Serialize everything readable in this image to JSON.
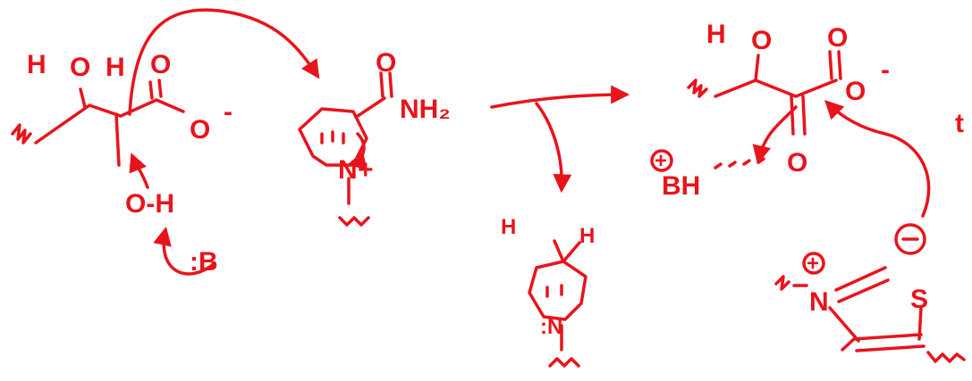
{
  "colors": {
    "ink": "#e8141c",
    "background": "#ffffff"
  },
  "structures": {
    "reactant": {
      "atom_h1": "H",
      "atom_o1": "O",
      "atom_h2": "H",
      "atom_o2": "O",
      "atom_o3": "O",
      "charge_minus": "-",
      "hydroxyl": "O-H",
      "base": ":B"
    },
    "nad": {
      "carbonyl_o": "O",
      "amide": "NH₂",
      "ring_n": "N",
      "ring_plus": "+"
    },
    "nadh": {
      "h_left": "H",
      "h_right": "H",
      "ring_n": ":N"
    },
    "enol": {
      "atom_h": "H",
      "atom_o1": "O",
      "atom_o2": "O",
      "atom_o3": "O",
      "charge_minus": "-",
      "oxyanion": "O",
      "conj_acid": "BH",
      "plus": "+"
    },
    "thiazolium": {
      "anion": "⊖",
      "plus": "+",
      "atom_n": "N",
      "atom_s": "S"
    },
    "edge_mark": "t"
  }
}
